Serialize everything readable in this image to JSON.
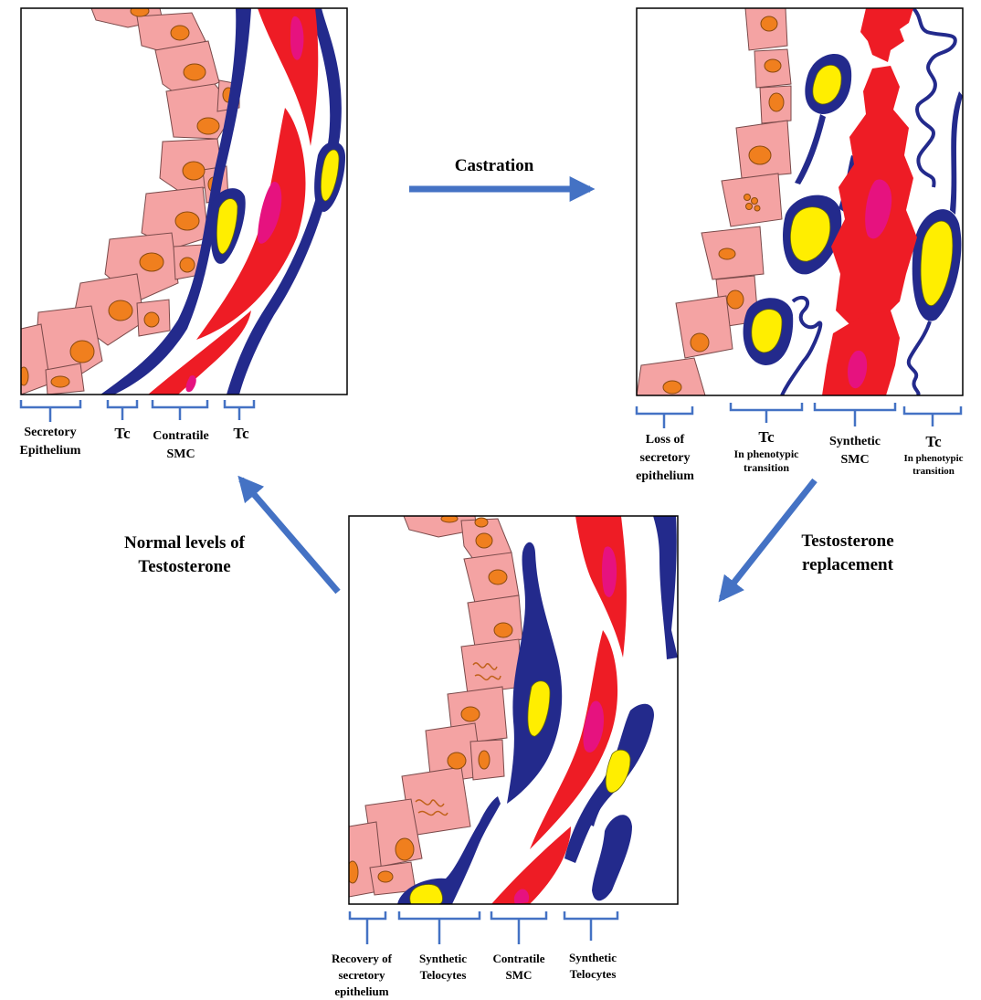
{
  "transitions": {
    "castration": "Castration",
    "testosterone_replacement": [
      "Testosterone",
      "replacement"
    ],
    "normal_levels": [
      "Normal levels of",
      "Testosterone"
    ]
  },
  "panels": {
    "normal": {
      "labels": {
        "epithelium": [
          "Secretory",
          "Epithelium"
        ],
        "tc_inner": "Tc",
        "smc": [
          "Contratile",
          "SMC"
        ],
        "tc_outer": "Tc"
      }
    },
    "castrated": {
      "labels": {
        "epithelium": [
          "Loss of",
          "secretory",
          "epithelium"
        ],
        "tc_inner": "Tc",
        "tc_inner_note": [
          "In phenotypic",
          "transition"
        ],
        "smc": [
          "Synthetic",
          "SMC"
        ],
        "tc_outer": "Tc",
        "tc_outer_note": [
          "In phenotypic",
          "transition"
        ]
      }
    },
    "recovery": {
      "labels": {
        "epithelium": [
          "Recovery of",
          "secretory",
          "epithelium"
        ],
        "telocytes_inner": [
          "Synthetic",
          "Telocytes"
        ],
        "smc": [
          "Contratile",
          "SMC"
        ],
        "telocytes_outer": [
          "Synthetic",
          "Telocytes"
        ]
      }
    }
  },
  "colors": {
    "epithelial_cell": "#f4a3a3",
    "nucleus": "#f07f1e",
    "telocyte": "#232a8c",
    "telocyte_nucleus": "#ffee00",
    "smc": "#ee1c25",
    "smc_nucleus": "#e6127f",
    "arrow": "#4472c4",
    "bracket": "#4472c4"
  }
}
